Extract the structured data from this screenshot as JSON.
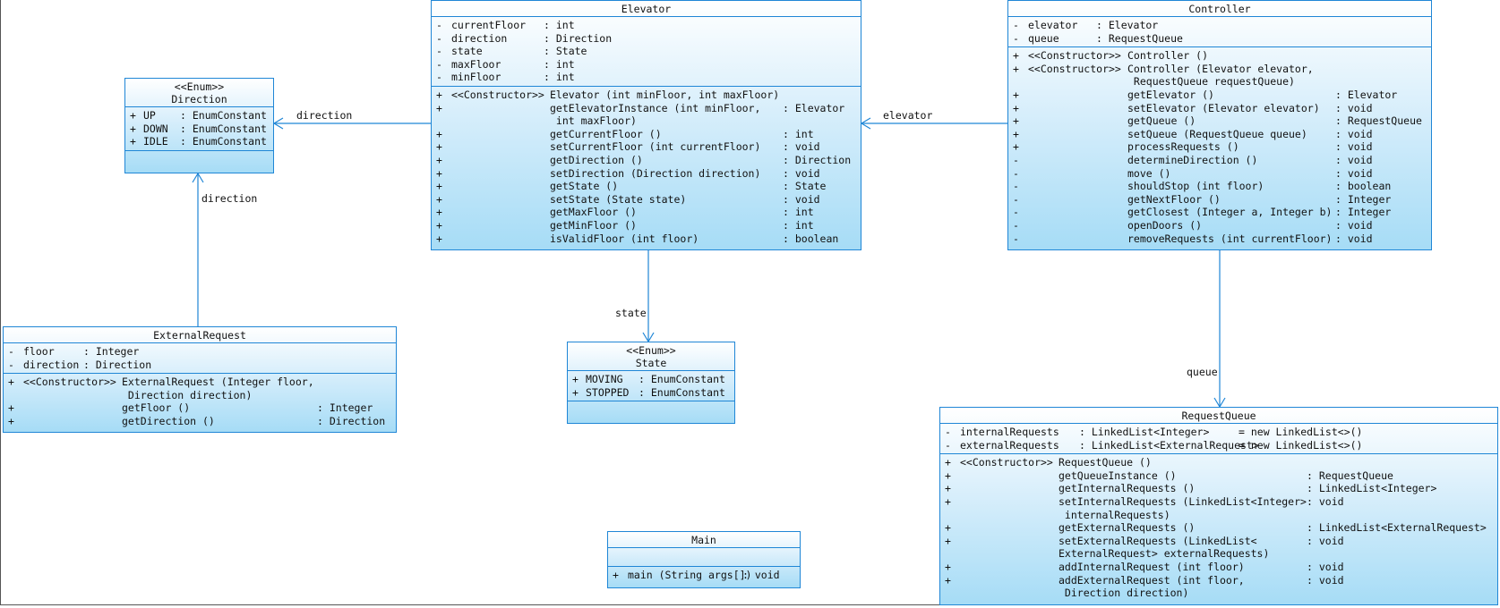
{
  "classes": {
    "elevator": {
      "name": "Elevator",
      "attributes": [
        {
          "vis": "-",
          "name": "currentFloor",
          "type": ": int"
        },
        {
          "vis": "-",
          "name": "direction",
          "type": ": Direction"
        },
        {
          "vis": "-",
          "name": "state",
          "type": ": State"
        },
        {
          "vis": "-",
          "name": "maxFloor",
          "type": ": int"
        },
        {
          "vis": "-",
          "name": "minFloor",
          "type": ": int"
        }
      ],
      "operations": [
        {
          "vis": "+",
          "stereo": "<<Constructor>>",
          "sig": "Elevator (int minFloor, int maxFloor)",
          "ret": ""
        },
        {
          "vis": "+",
          "stereo": "",
          "sig": "getElevatorInstance (int minFloor,",
          "ret": ": Elevator"
        },
        {
          "vis": "",
          "stereo": "",
          "sig": " int maxFloor)",
          "ret": ""
        },
        {
          "vis": "+",
          "stereo": "",
          "sig": "getCurrentFloor ()",
          "ret": ": int"
        },
        {
          "vis": "+",
          "stereo": "",
          "sig": "setCurrentFloor (int currentFloor)",
          "ret": ": void"
        },
        {
          "vis": "+",
          "stereo": "",
          "sig": "getDirection ()",
          "ret": ": Direction"
        },
        {
          "vis": "+",
          "stereo": "",
          "sig": "setDirection (Direction direction)",
          "ret": ": void"
        },
        {
          "vis": "+",
          "stereo": "",
          "sig": "getState ()",
          "ret": ": State"
        },
        {
          "vis": "+",
          "stereo": "",
          "sig": "setState (State state)",
          "ret": ": void"
        },
        {
          "vis": "+",
          "stereo": "",
          "sig": "getMaxFloor ()",
          "ret": ": int"
        },
        {
          "vis": "+",
          "stereo": "",
          "sig": "getMinFloor ()",
          "ret": ": int"
        },
        {
          "vis": "+",
          "stereo": "",
          "sig": "isValidFloor (int floor)",
          "ret": ": boolean"
        }
      ]
    },
    "controller": {
      "name": "Controller",
      "attributes": [
        {
          "vis": "-",
          "name": "elevator",
          "type": ": Elevator"
        },
        {
          "vis": "-",
          "name": "queue",
          "type": ": RequestQueue"
        }
      ],
      "operations": [
        {
          "vis": "+",
          "stereo": "<<Constructor>>",
          "sig": "Controller ()",
          "ret": ""
        },
        {
          "vis": "+",
          "stereo": "<<Constructor>>",
          "sig": "Controller (Elevator elevator,",
          "ret": ""
        },
        {
          "vis": "",
          "stereo": "",
          "sig": " RequestQueue requestQueue)",
          "ret": ""
        },
        {
          "vis": "+",
          "stereo": "",
          "sig": "getElevator ()",
          "ret": ": Elevator"
        },
        {
          "vis": "+",
          "stereo": "",
          "sig": "setElevator (Elevator elevator)",
          "ret": ": void"
        },
        {
          "vis": "+",
          "stereo": "",
          "sig": "getQueue ()",
          "ret": ": RequestQueue"
        },
        {
          "vis": "+",
          "stereo": "",
          "sig": "setQueue (RequestQueue queue)",
          "ret": ": void"
        },
        {
          "vis": "+",
          "stereo": "",
          "sig": "processRequests ()",
          "ret": ": void"
        },
        {
          "vis": "-",
          "stereo": "",
          "sig": "determineDirection ()",
          "ret": ": void"
        },
        {
          "vis": "-",
          "stereo": "",
          "sig": "move ()",
          "ret": ": void"
        },
        {
          "vis": "-",
          "stereo": "",
          "sig": "shouldStop (int floor)",
          "ret": ": boolean"
        },
        {
          "vis": "-",
          "stereo": "",
          "sig": "getNextFloor ()",
          "ret": ": Integer"
        },
        {
          "vis": "-",
          "stereo": "",
          "sig": "getClosest (Integer a, Integer b)",
          "ret": ": Integer"
        },
        {
          "vis": "-",
          "stereo": "",
          "sig": "openDoors ()",
          "ret": ": void"
        },
        {
          "vis": "-",
          "stereo": "",
          "sig": "removeRequests (int currentFloor)",
          "ret": ": void"
        }
      ]
    },
    "direction": {
      "stereotype": "<<Enum>>",
      "name": "Direction",
      "attributes": [
        {
          "vis": "+",
          "name": "UP",
          "type": ": EnumConstant"
        },
        {
          "vis": "+",
          "name": "DOWN",
          "type": ": EnumConstant"
        },
        {
          "vis": "+",
          "name": "IDLE",
          "type": ": EnumConstant"
        }
      ]
    },
    "state": {
      "stereotype": "<<Enum>>",
      "name": "State",
      "attributes": [
        {
          "vis": "+",
          "name": "MOVING",
          "type": ": EnumConstant"
        },
        {
          "vis": "+",
          "name": "STOPPED",
          "type": ": EnumConstant"
        }
      ]
    },
    "external_request": {
      "name": "ExternalRequest",
      "attributes": [
        {
          "vis": "-",
          "name": "floor",
          "type": ": Integer"
        },
        {
          "vis": "-",
          "name": "direction",
          "type": ": Direction"
        }
      ],
      "operations": [
        {
          "vis": "+",
          "stereo": "<<Constructor>>",
          "sig": "ExternalRequest (Integer floor,",
          "ret": ""
        },
        {
          "vis": "",
          "stereo": "",
          "sig": " Direction direction)",
          "ret": ""
        },
        {
          "vis": "+",
          "stereo": "",
          "sig": "getFloor ()",
          "ret": ": Integer"
        },
        {
          "vis": "+",
          "stereo": "",
          "sig": "getDirection ()",
          "ret": ": Direction"
        }
      ]
    },
    "request_queue": {
      "name": "RequestQueue",
      "attributes": [
        {
          "vis": "-",
          "name": "internalRequests",
          "type": ": LinkedList<Integer>",
          "init": "= new LinkedList<>()"
        },
        {
          "vis": "-",
          "name": "externalRequests",
          "type": ": LinkedList<ExternalRequest>",
          "init": "= new LinkedList<>()"
        }
      ],
      "operations": [
        {
          "vis": "+",
          "stereo": "<<Constructor>>",
          "sig": "RequestQueue ()",
          "ret": ""
        },
        {
          "vis": "+",
          "stereo": "",
          "sig": "getQueueInstance ()",
          "ret": ": RequestQueue"
        },
        {
          "vis": "+",
          "stereo": "",
          "sig": "getInternalRequests ()",
          "ret": ": LinkedList<Integer>"
        },
        {
          "vis": "+",
          "stereo": "",
          "sig": "setInternalRequests (LinkedList<Integer>",
          "ret": ": void"
        },
        {
          "vis": "",
          "stereo": "",
          "sig": " internalRequests)",
          "ret": ""
        },
        {
          "vis": "+",
          "stereo": "",
          "sig": "getExternalRequests ()",
          "ret": ": LinkedList<ExternalRequest>"
        },
        {
          "vis": "+",
          "stereo": "",
          "sig": "setExternalRequests (LinkedList<",
          "ret": ": void"
        },
        {
          "vis": "",
          "stereo": "",
          "sig": "ExternalRequest> externalRequests)",
          "ret": ""
        },
        {
          "vis": "+",
          "stereo": "",
          "sig": "addInternalRequest (int floor)",
          "ret": ": void"
        },
        {
          "vis": "+",
          "stereo": "",
          "sig": "addExternalRequest (int floor,",
          "ret": ": void"
        },
        {
          "vis": "",
          "stereo": "",
          "sig": " Direction direction)",
          "ret": ""
        }
      ]
    },
    "main": {
      "name": "Main",
      "operations": [
        {
          "vis": "+",
          "sig": "main (String args[])",
          "ret": ": void"
        }
      ]
    }
  },
  "associations": {
    "elevator_to_direction": "direction",
    "controller_to_elevator": "elevator",
    "external_to_direction": "direction",
    "elevator_to_state": "state",
    "controller_to_queue": "queue"
  },
  "colors": {
    "border": "#1f86d6",
    "fill_top": "#ffffff",
    "fill_bottom": "#a6dcf6",
    "line": "#1f86d6"
  }
}
